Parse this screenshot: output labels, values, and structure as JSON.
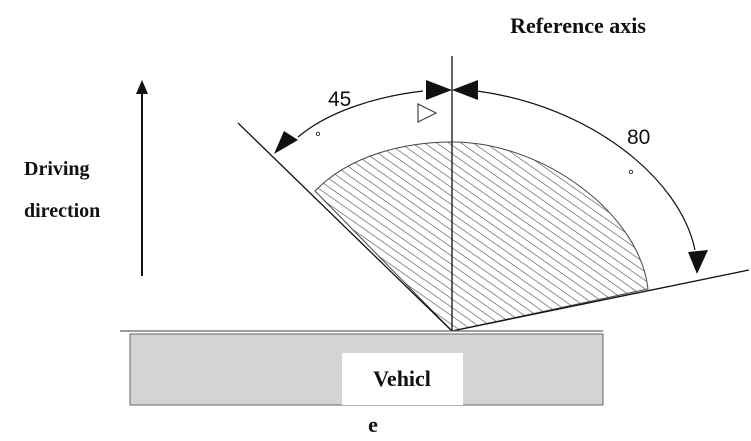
{
  "labels": {
    "reference_axis": "Reference axis",
    "driving_line1": "Driving",
    "driving_line2": "direction",
    "vehicle_line1": "Vehicl",
    "vehicle_line2": "e",
    "angle_left_value": "45",
    "angle_right_value": "80",
    "degree_symbol": "°"
  },
  "colors": {
    "line": "#111111",
    "hatch": "#555555",
    "vehicle_fill": "#d4d4d4",
    "vehicle_stroke": "#666666",
    "label_box": "#ffffff"
  }
}
